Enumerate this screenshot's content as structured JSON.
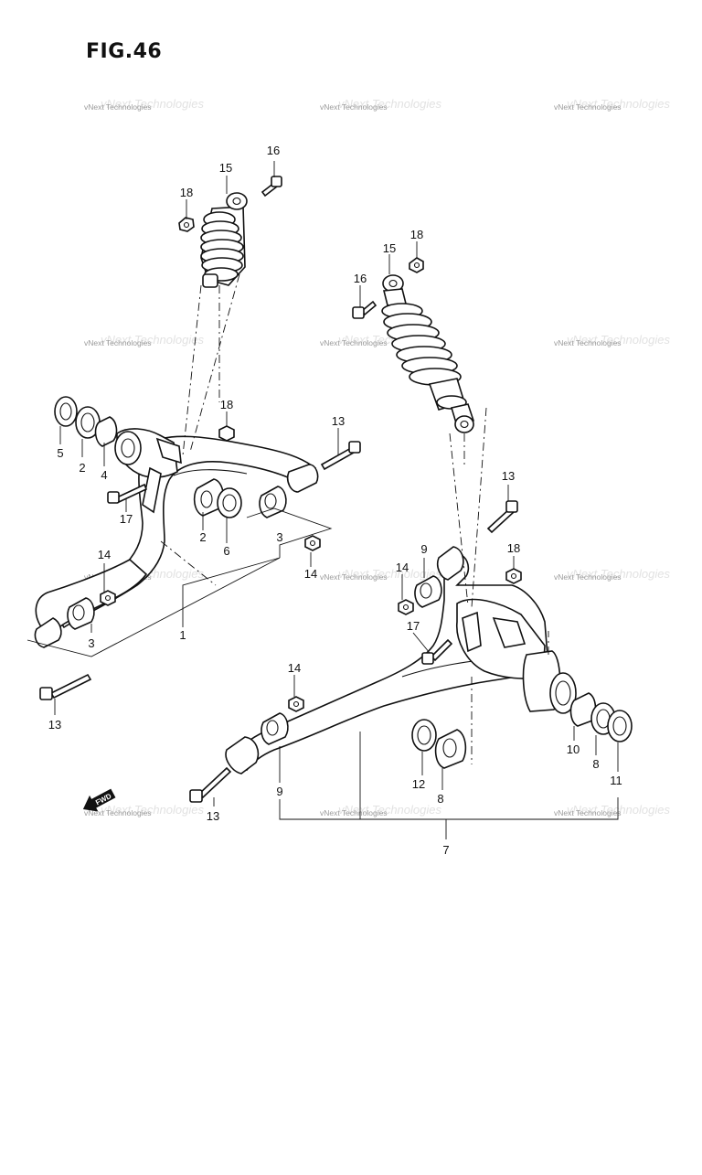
{
  "figure_title": "FIG.46",
  "watermark": {
    "text": "vNext Technologies"
  },
  "fwd_label": "FWD",
  "callouts": {
    "c1": "1",
    "c2a": "2",
    "c2b": "2",
    "c3a": "3",
    "c3b": "3",
    "c4": "4",
    "c5": "5",
    "c6": "6",
    "c7": "7",
    "c8a": "8",
    "c8b": "8",
    "c9a": "9",
    "c9b": "9",
    "c10": "10",
    "c11": "11",
    "c12": "12",
    "c13a": "13",
    "c13b": "13",
    "c13c": "13",
    "c13d": "13",
    "c14a": "14",
    "c14b": "14",
    "c14c": "14",
    "c14d": "14",
    "c15a": "15",
    "c15b": "15",
    "c16a": "16",
    "c16b": "16",
    "c17a": "17",
    "c17b": "17",
    "c18a": "18",
    "c18b": "18",
    "c18c": "18",
    "c18d": "18"
  }
}
